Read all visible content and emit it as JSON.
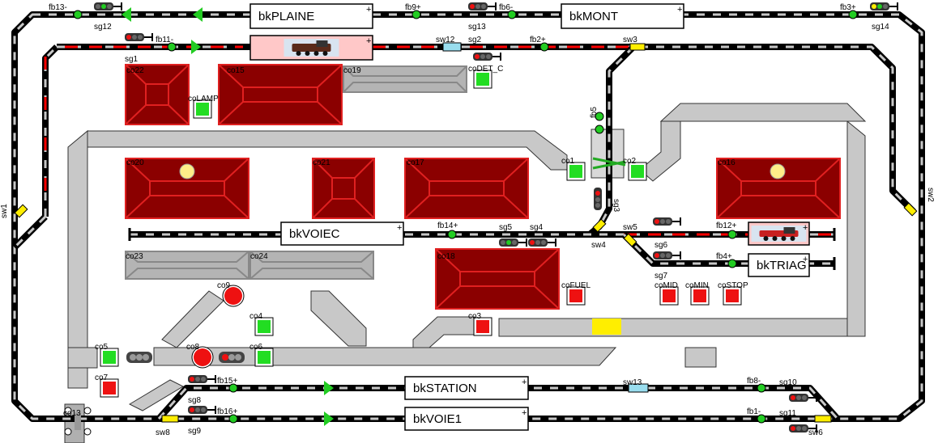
{
  "blocks": [
    {
      "id": "bkPLAINE",
      "label": "bkPLAINE",
      "has_loco": false
    },
    {
      "id": "bkMONT",
      "label": "bkMONT",
      "has_loco": false
    },
    {
      "id": "bk_top_loco",
      "label": "",
      "has_loco": true
    },
    {
      "id": "bkVOIEC",
      "label": "bkVOIEC",
      "has_loco": false
    },
    {
      "id": "bkTRIAG",
      "label": "bkTRIAG",
      "has_loco": false
    },
    {
      "id": "bk_right_loco",
      "label": "",
      "has_loco": true
    },
    {
      "id": "bkSTATION",
      "label": "bkSTATION",
      "has_loco": false
    },
    {
      "id": "bkVOIE1",
      "label": "bkVOIE1",
      "has_loco": false
    }
  ],
  "feedbacks": [
    "fb13-",
    "fb9+",
    "fb6-",
    "fb3+",
    "fb11-",
    "fb2+",
    "fb5",
    "fb14+",
    "fb12+",
    "fb4+",
    "fb15+",
    "fb16+",
    "fb8-",
    "fb1-"
  ],
  "signals": [
    "sg12",
    "sg13",
    "sg14",
    "sg1",
    "sg2",
    "sg3",
    "sg4",
    "sg5",
    "sg6",
    "sg7",
    "sg8",
    "sg9",
    "sg10",
    "sg11"
  ],
  "switches": [
    "sw12",
    "sw3",
    "sw1",
    "sw2",
    "sw4",
    "sw5",
    "sw13",
    "sw8",
    "sw6"
  ],
  "outputs": [
    {
      "id": "coLAMP",
      "label": "coLAMP",
      "state": "on"
    },
    {
      "id": "coDET_C",
      "label": "coDET_C",
      "state": "on"
    },
    {
      "id": "co1",
      "label": "co1",
      "state": "on"
    },
    {
      "id": "co2",
      "label": "co2",
      "state": "on"
    },
    {
      "id": "coFUEL",
      "label": "coFUEL",
      "state": "off"
    },
    {
      "id": "coMID",
      "label": "coMID",
      "state": "off"
    },
    {
      "id": "coMIN",
      "label": "coMIN",
      "state": "off"
    },
    {
      "id": "coSTOP",
      "label": "coSTOP",
      "state": "off"
    },
    {
      "id": "co3",
      "label": "co3",
      "state": "off"
    },
    {
      "id": "co4",
      "label": "co4",
      "state": "on"
    },
    {
      "id": "co5",
      "label": "co5",
      "state": "on"
    },
    {
      "id": "co6",
      "label": "co6",
      "state": "on"
    },
    {
      "id": "co7",
      "label": "co7",
      "state": "off"
    },
    {
      "id": "co9",
      "label": "co9",
      "state": "off"
    },
    {
      "id": "co8",
      "label": "co8",
      "state": "off"
    },
    {
      "id": "co13",
      "label": "co13",
      "state": "off"
    }
  ],
  "buildings": [
    "co22",
    "co15",
    "co19",
    "co20",
    "co21",
    "co17",
    "co16",
    "co23",
    "co24",
    "co18"
  ],
  "colors": {
    "track": "#000000",
    "occupied": "#ff0000",
    "free": "#c0c0c0",
    "roof": "#8b0000",
    "roof_line": "#dd2222",
    "road": "#c8c8c8",
    "on": "#22dd22",
    "off": "#ee1111",
    "switch_yellow": "#ffee00"
  }
}
